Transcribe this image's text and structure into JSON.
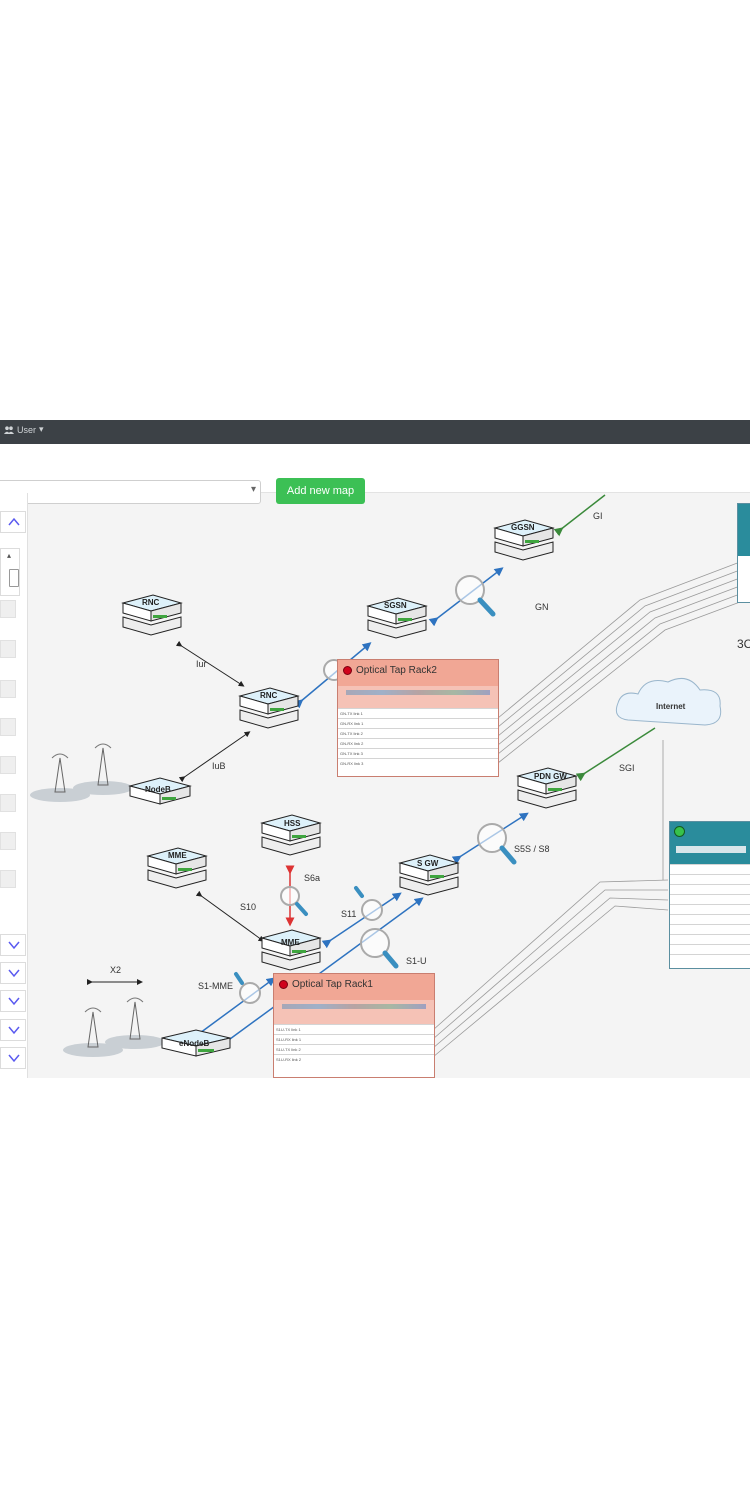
{
  "header": {
    "user_label": "User"
  },
  "toolbar": {
    "map_select_value": "",
    "add_map_label": "Add new map"
  },
  "map": {
    "devices": [
      {
        "id": "ggsn",
        "label": "GGSN"
      },
      {
        "id": "rnc1",
        "label": "RNC"
      },
      {
        "id": "sgsn",
        "label": "SGSN"
      },
      {
        "id": "rnc2",
        "label": "RNC"
      },
      {
        "id": "nodeb",
        "label": "NodeB"
      },
      {
        "id": "hss",
        "label": "HSS"
      },
      {
        "id": "mme1",
        "label": "MME"
      },
      {
        "id": "sgw",
        "label": "S GW"
      },
      {
        "id": "pdngw",
        "label": "PDN GW"
      },
      {
        "id": "mme2",
        "label": "MME"
      },
      {
        "id": "enodeb",
        "label": "eNodeB"
      }
    ],
    "link_labels": {
      "gi": "GI",
      "gn": "GN",
      "iur": "Iur",
      "iub": "IuB",
      "sgi": "SGI",
      "s5s8": "S5S / S8",
      "s6a": "S6a",
      "s10": "S10",
      "s11": "S11",
      "s1u": "S1-U",
      "s1mme": "S1-MME",
      "x2": "X2"
    },
    "cloud_label": "Internet",
    "edge_text": "3C",
    "tap_rack2": {
      "title": "Optical Tap Rack2",
      "rows": [
        "GN-TX link 1",
        "GN-RX link 1",
        "GN-TX link 2",
        "GN-RX link 2",
        "GN-TX link 3",
        "GN-RX link 3"
      ]
    },
    "tap_rack1": {
      "title": "Optical Tap Rack1",
      "rows": [
        "S1U-TX link 1",
        "S1U-RX link 1",
        "S1U-TX link 2",
        "S1U-RX link 2"
      ]
    },
    "colors": {
      "topbar": "#3c4146",
      "add_button": "#3cc055",
      "tap_header": "#f1a795",
      "link_blue": "#2e73c0",
      "link_green": "#3b8a3b",
      "link_red": "#d33",
      "rack_header": "#2a8c9c"
    }
  }
}
